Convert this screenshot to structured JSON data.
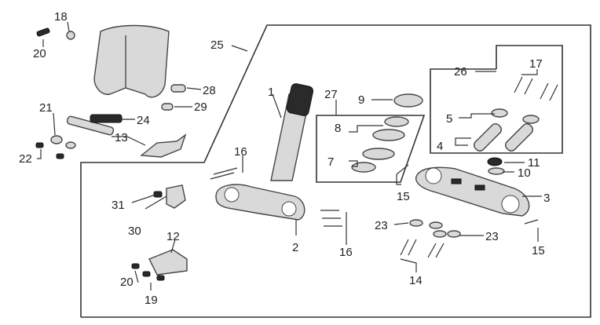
{
  "callouts": [
    {
      "id": "c1",
      "text": "1"
    },
    {
      "id": "c2",
      "text": "2"
    },
    {
      "id": "c3",
      "text": "3"
    },
    {
      "id": "c4",
      "text": "4"
    },
    {
      "id": "c5",
      "text": "5"
    },
    {
      "id": "c7",
      "text": "7"
    },
    {
      "id": "c8",
      "text": "8"
    },
    {
      "id": "c9",
      "text": "9"
    },
    {
      "id": "c10",
      "text": "10"
    },
    {
      "id": "c11",
      "text": "11"
    },
    {
      "id": "c12",
      "text": "12"
    },
    {
      "id": "c13",
      "text": "13"
    },
    {
      "id": "c14",
      "text": "14"
    },
    {
      "id": "c15a",
      "text": "15"
    },
    {
      "id": "c15b",
      "text": "15"
    },
    {
      "id": "c16a",
      "text": "16"
    },
    {
      "id": "c16b",
      "text": "16"
    },
    {
      "id": "c17",
      "text": "17"
    },
    {
      "id": "c18",
      "text": "18"
    },
    {
      "id": "c19",
      "text": "19"
    },
    {
      "id": "c20a",
      "text": "20"
    },
    {
      "id": "c20b",
      "text": "20"
    },
    {
      "id": "c21",
      "text": "21"
    },
    {
      "id": "c22",
      "text": "22"
    },
    {
      "id": "c23a",
      "text": "23"
    },
    {
      "id": "c23b",
      "text": "23"
    },
    {
      "id": "c24",
      "text": "24"
    },
    {
      "id": "c25",
      "text": "25"
    },
    {
      "id": "c26",
      "text": "26"
    },
    {
      "id": "c27",
      "text": "27"
    },
    {
      "id": "c28",
      "text": "28"
    },
    {
      "id": "c29",
      "text": "29"
    },
    {
      "id": "c30",
      "text": "30"
    },
    {
      "id": "c31",
      "text": "31"
    }
  ]
}
